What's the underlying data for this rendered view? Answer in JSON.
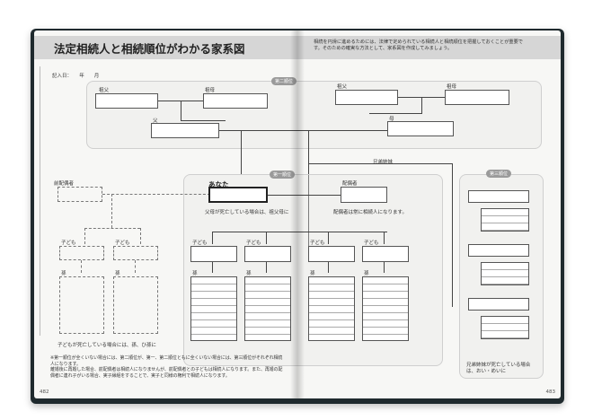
{
  "left_page": {
    "title": "法定相続人と相続順位がわかる家系図",
    "date_label": "記入日：　　年　　月",
    "badge_second": "第二順位",
    "badge_first": "第一順位",
    "grandfather": "祖父",
    "grandmother": "祖母",
    "father": "父",
    "former_spouse": "前配偶者",
    "you": "あなた",
    "parent_note": "父母が死亡している場合は、祖父母に",
    "child": "子ども",
    "grandchild": "孫",
    "child_note": "子どもが死亡している場合には、孫、ひ孫に",
    "footnote": "※第一順位が全くいない場合には、第二順位が、第一、第二順位ともに全くいない場合には、第三順位がそれぞれ相続人になります。\n離婚後に再婚した場合、前配偶者は相続人になりませんが、前配偶者との子どもは相続人になります。また、再婚の配偶者に連れ子がいる場合、実子縁組をすることで、実子と同様の権利で相続人になります。",
    "page_number": "482"
  },
  "right_page": {
    "intro": "相続を円滑に進めるためには、法律で定められている相続人と相続順位を把握しておくことが重要です。そのための確実な方法として、家系図を作成してみましょう。",
    "grandfather": "祖父",
    "grandmother": "祖母",
    "mother": "母",
    "siblings": "兄弟姉妹",
    "badge_third": "第三順位",
    "spouse": "配偶者",
    "spouse_note": "配偶者は常に相続人になります。",
    "child": "子ども",
    "grandchild": "孫",
    "sibling_note": "兄弟姉妹が死亡している場合は、おい・めいに",
    "page_number": "483"
  }
}
